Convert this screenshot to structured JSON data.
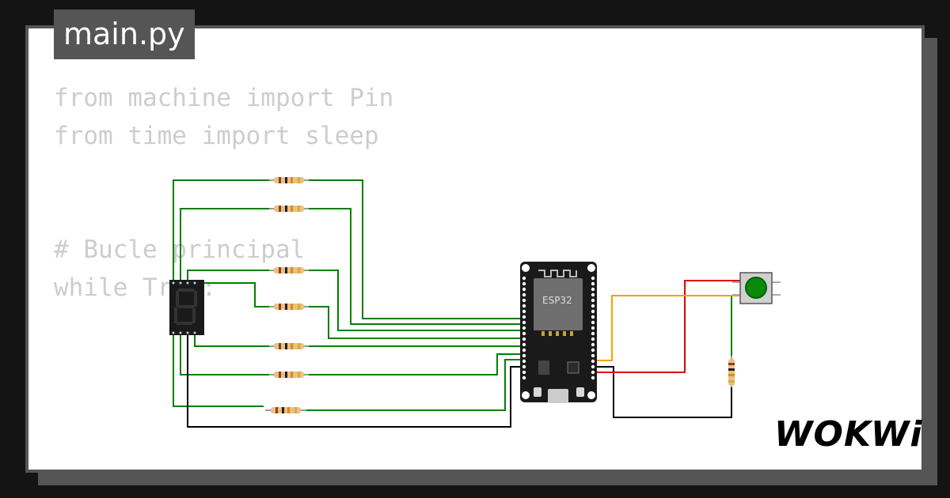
{
  "editor": {
    "file_tab": "main.py",
    "code_lines": [
      "from machine import Pin",
      "from time import sleep",
      "# Bucle principal",
      "while True:"
    ]
  },
  "board": {
    "label": "ESP32"
  },
  "brand": {
    "logo_text": "WOKWi"
  },
  "colors": {
    "background": "#141414",
    "frame": "#555555",
    "code_text": "#cdcdcd",
    "wire_green": "#008000",
    "wire_black": "#000000",
    "wire_red": "#e00000",
    "wire_orange": "#f5a000",
    "button_cap": "#0a8a0a"
  },
  "components": {
    "display": "seven-segment-display",
    "resistors": 8,
    "button": "pushbutton",
    "board": "esp32-devkit"
  }
}
